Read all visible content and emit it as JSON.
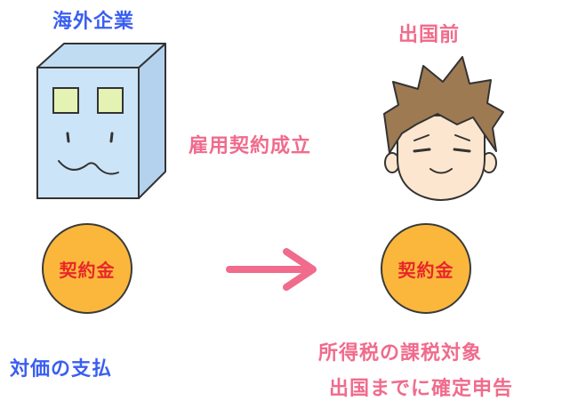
{
  "company": {
    "title": "海外企業"
  },
  "person": {
    "title": "出国前"
  },
  "contract": {
    "text": "雇用契約成立"
  },
  "coins": {
    "left_label": "契約金",
    "right_label": "契約金"
  },
  "payment": {
    "text": "対価の支払"
  },
  "tax": {
    "line1": "所得税の課税対象",
    "line2": "出国までに確定申告"
  },
  "colors": {
    "blue_text": "#3a5ff0",
    "pink_text": "#f06b8c",
    "coin_fill": "#fbb73c",
    "coin_text": "#e8262b",
    "building_front": "#cce4f8",
    "building_side": "#b4d2ee",
    "window_fill": "#e4f2b4",
    "hair": "#9e7a52",
    "skin": "#fde6cf",
    "arrow": "#f06b8c"
  },
  "icons": [
    "building-icon",
    "person-icon",
    "coin-icon",
    "arrow-right-icon"
  ]
}
